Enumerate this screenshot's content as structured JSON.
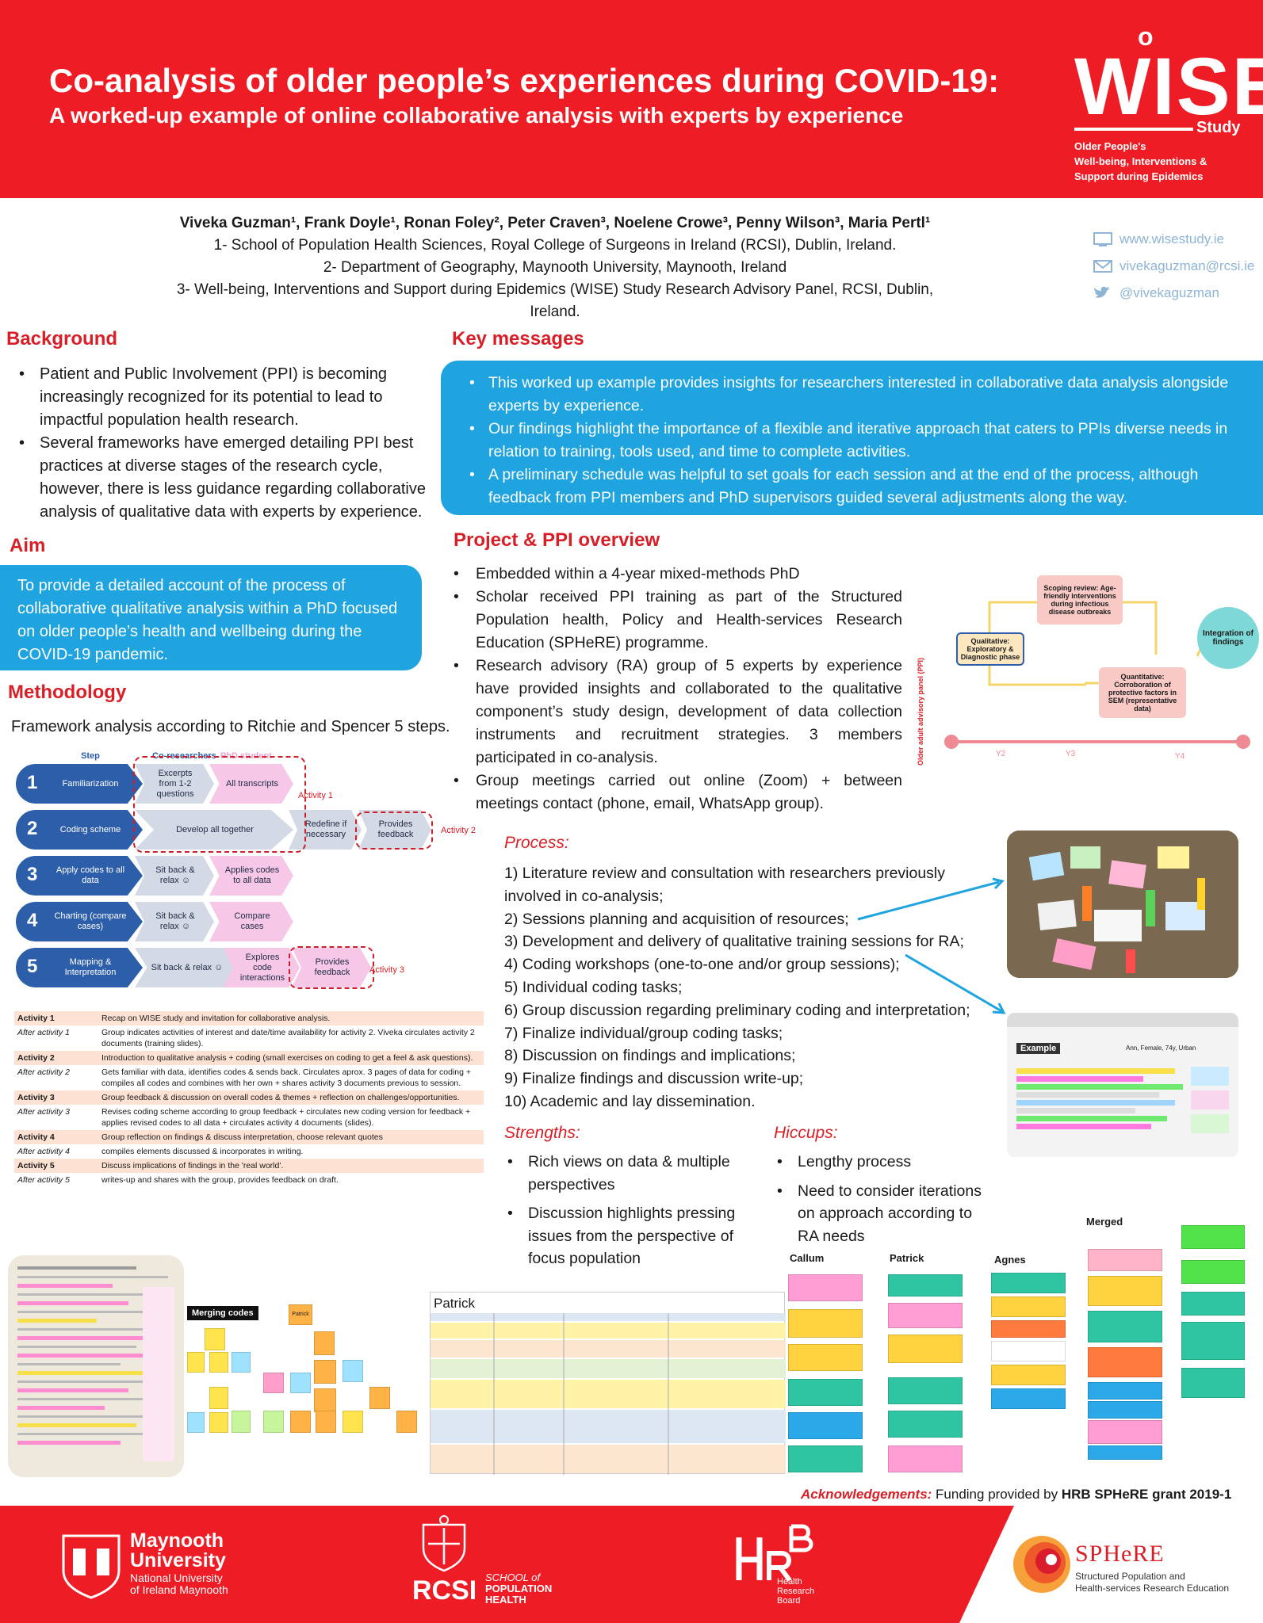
{
  "header": {
    "title_line1": "Co-analysis of older people’s experiences during COVID-19:",
    "title_line2": "A worked-up example of online collaborative analysis with experts by experience",
    "logo": {
      "word": "WISE",
      "study": "Study",
      "subtitle_lines": [
        "Older People's",
        "Well-being, Interventions &",
        "Support during Epidemics"
      ]
    }
  },
  "authors": {
    "names": "Viveka Guzman¹, Frank Doyle¹, Ronan Foley², Peter Craven³, Noelene Crowe³, Penny Wilson³, Maria Pertl¹",
    "affiliations": [
      "1- School of Population Health Sciences, Royal College of Surgeons in Ireland (RCSI), Dublin, Ireland.",
      "2- Department of Geography, Maynooth University, Maynooth, Ireland",
      "3- Well-being, Interventions and Support during Epidemics (WISE) Study Research Advisory Panel, RCSI, Dublin, Ireland."
    ]
  },
  "contacts": {
    "website": "www.wisestudy.ie",
    "email": "vivekaguzman@rcsi.ie",
    "twitter": "@vivekaguzman"
  },
  "background": {
    "heading": "Background",
    "items": [
      "Patient and Public Involvement (PPI) is becoming increasingly recognized for its potential to lead to impactful population health research.",
      "Several frameworks have emerged detailing  PPI best practices at diverse stages of the research cycle, however, there is less guidance regarding collaborative analysis of qualitative data with experts by experience."
    ]
  },
  "key_messages": {
    "heading": "Key messages",
    "items": [
      "This worked up example provides insights for researchers interested in collaborative data analysis alongside experts by experience.",
      "Our findings highlight the importance of a flexible and iterative approach that caters to PPIs diverse needs in relation to training, tools used, and time to complete activities.",
      "A preliminary schedule was helpful to set goals for each session and at the end of the process, although feedback from PPI members and PhD supervisors guided several adjustments along the way."
    ]
  },
  "aim": {
    "heading": "Aim",
    "text": "To provide a detailed account of the process of collaborative qualitative analysis within a PhD focused on older people’s health and wellbeing during the COVID-19 pandemic."
  },
  "methodology": {
    "heading": "Methodology",
    "subtitle": "Framework analysis according to Ritchie and Spencer 5 steps.",
    "col_step": "Step",
    "col_co": "Co-researchers",
    "col_phd": "PhD student",
    "steps": [
      {
        "num": "1",
        "name": "Familiarization"
      },
      {
        "num": "2",
        "name": "Coding scheme"
      },
      {
        "num": "3",
        "name": "Apply codes to all data"
      },
      {
        "num": "4",
        "name": "Charting (compare cases)"
      },
      {
        "num": "5",
        "name": "Mapping & Interpretation"
      }
    ],
    "boxes": {
      "s1a": "Excerpts from 1-2 questions",
      "s1b": "All transcripts",
      "s2a": "Develop all together",
      "s2b": "Redefine if necessary",
      "s2c": "Provides feedback",
      "s3a": "Sit back & relax ☺",
      "s3b": "Applies codes to all data",
      "s4a": "Sit back & relax ☺",
      "s4b": "Compare cases",
      "s5a": "Sit back & relax ☺",
      "s5b": "Explores code interactions",
      "s5c": "Provides feedback"
    },
    "activity_labels": [
      "Activity 1",
      "Activity 2",
      "Activity 3"
    ]
  },
  "activities": [
    {
      "key": "Activity 1",
      "value": "Recap on WISE study and invitation for collaborative analysis.",
      "main": true
    },
    {
      "key": "After activity 1",
      "value": "Group indicates activities of interest and date/time availability for activity 2. Viveka circulates activity 2 documents (training slides).",
      "main": false
    },
    {
      "key": "Activity 2",
      "value": "Introduction to qualitative analysis + coding (small exercises on coding to get a feel & ask questions).",
      "main": true
    },
    {
      "key": "After activity 2",
      "value": "Gets familiar with data, identifies codes & sends back. Circulates aprox. 3 pages of data for coding + compiles all codes and combines with her own + shares activity 3 documents previous to session.",
      "main": false
    },
    {
      "key": "Activity 3",
      "value": "Group feedback & discussion on overall codes & themes + reflection on challenges/opportunities.",
      "main": true
    },
    {
      "key": "After activity 3",
      "value": "Revises coding scheme according to group feedback + circulates new coding version for feedback + applies revised codes to all data + circulates activity 4 documents (slides).",
      "main": false
    },
    {
      "key": "Activity 4",
      "value": "Group reflection on findings & discuss interpretation, choose relevant quotes",
      "main": true
    },
    {
      "key": "After activity 4",
      "value": "compiles elements discussed & incorporates in writing.",
      "main": false
    },
    {
      "key": "Activity 5",
      "value": "Discuss implications of findings in the 'real world'.",
      "main": true
    },
    {
      "key": "After activity 5",
      "value": "writes-up and shares with the group, provides feedback on draft.",
      "main": false
    }
  ],
  "project": {
    "heading": "Project & PPI overview",
    "items": [
      "Embedded within a 4-year mixed-methods PhD",
      "Scholar received PPI training as part of the Structured Population health, Policy and Health-services Research Education (SPHeRE) programme.",
      "Research advisory (RA) group of 5 experts by experience have provided insights and collaborated to the qualitative component’s study design, development of data collection instruments and recruitment strategies. 3 members participated in co-analysis.",
      "Group meetings carried out online (Zoom) + between meetings contact (phone, email, WhatsApp group)."
    ]
  },
  "diagram": {
    "scoping": "Scoping review: Age-friendly interventions during infectious disease outbreaks",
    "qualitative": "Qualitative: Exploratory & Diagnostic phase",
    "quantitative": "Quantitative: Corroboration of protective factors in SEM (representative data)",
    "integration": "Integration of findings",
    "panel": "Older adult advisory panel (PPI)",
    "years": [
      "Y2",
      "Y3",
      "Y4"
    ]
  },
  "process": {
    "heading": "Process:",
    "items": [
      "1) Literature review and consultation with researchers previously involved in co-analysis;",
      "2) Sessions planning and acquisition of resources;",
      "3) Development and delivery of qualitative training sessions for RA;",
      "4) Coding workshops (one-to-one and/or group sessions);",
      "5) Individual coding tasks;",
      "6) Group discussion regarding preliminary coding and interpretation;",
      "7) Finalize individual/group coding tasks;",
      "8) Discussion on findings and implications;",
      "9) Finalize findings and discussion write-up;",
      "10) Academic and lay dissemination."
    ]
  },
  "strengths": {
    "heading": "Strengths:",
    "items": [
      "Rich views on data & multiple perspectives",
      "Discussion highlights pressing issues from the perspective of focus population"
    ]
  },
  "hiccups": {
    "heading": "Hiccups:",
    "items": [
      "Lengthy process",
      "Need to consider iterations on approach according to RA needs"
    ]
  },
  "example": {
    "label": "Example",
    "meta": "Ann, Female, 74y, Urban"
  },
  "merging": {
    "label": "Merging codes",
    "patrick_tag": "Patrick",
    "table_title": "Patrick"
  },
  "merged": {
    "heading": "Merged",
    "columns": [
      "Callum",
      "Patrick",
      "Agnes"
    ]
  },
  "acknowledgements": {
    "label": "Acknowledgements:",
    "text": " Funding provided by ",
    "funder": "HRB SPHeRE grant 2019-1"
  },
  "footer": {
    "maynooth": [
      "Maynooth",
      "University",
      "National University",
      "of Ireland Maynooth"
    ],
    "rcsi": "RCSI",
    "rcsi_school": [
      "SCHOOL of",
      "POPULATION",
      "HEALTH"
    ],
    "hrb": [
      "Health",
      "Research",
      "Board"
    ],
    "sphere": "SPHeRE",
    "sphere_sub": [
      "Structured Population and",
      "Health-services Research Education"
    ]
  },
  "colors": {
    "brand_red": "#ee1c25",
    "accent_blue": "#1fa4df",
    "step_blue": "#2d5ea9",
    "heading_red": "#d81e26"
  }
}
